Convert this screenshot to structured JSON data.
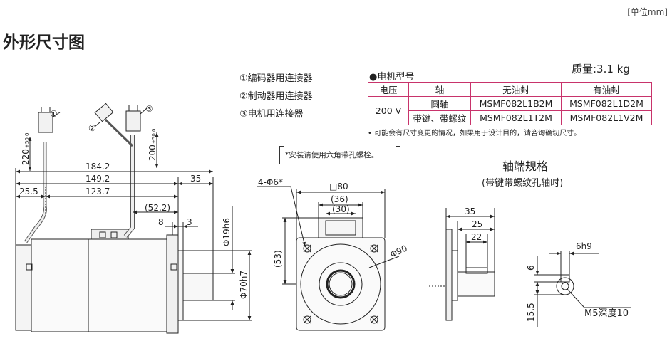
{
  "page": {
    "unit": "[单位mm]",
    "heading": "外形尺寸图"
  },
  "legend": [
    "①编码器用连接器",
    "②制动器用连接器",
    "③电机用连接器"
  ],
  "model_table": {
    "title": "●电机型号",
    "mass": "质量:3.1 kg",
    "headers": [
      "电压",
      "轴",
      "无油封",
      "有油封"
    ],
    "voltage": "200 V",
    "rows": [
      {
        "shaft": "圆轴",
        "no_seal": "MSMF082L1B2M",
        "with_seal": "MSMF082L1D2M"
      },
      {
        "shaft": "带键、带螺纹",
        "no_seal": "MSMF082L1T2M",
        "with_seal": "MSMF082L1V2M"
      }
    ],
    "note": "• 可能会有尺寸变更的情况，如果用于设计目的，请咨询确切尺寸。"
  },
  "bracket_note": "*安装请使用六角带孔螺栓。",
  "shaft_end": {
    "title": "轴端规格",
    "subtitle": "(带键带螺纹孔轴时)"
  },
  "side_view": {
    "dim_total": "184.2",
    "dim_body": "149.2",
    "dim_shaft": "35",
    "dim_left": "25.5",
    "dim_mid": "123.7",
    "dim_52": "(52.2)",
    "dim_8": "8",
    "dim_3": "3",
    "dim_cable1": "220",
    "dim_cable1_tol": "+50 0",
    "dim_cable2": "200",
    "dim_cable2_tol": "+50 0",
    "dim_shaft_dia": "Φ19h6",
    "dim_spigot": "Φ70h7",
    "conn1": "①",
    "conn2": "②",
    "conn3": "③"
  },
  "front_view": {
    "holes": "4-Φ6*",
    "square": "□80",
    "d36": "(36)",
    "d30": "(30)",
    "d53": "(53)",
    "pcd": "Φ90"
  },
  "shaft_view": {
    "d35": "35",
    "d25": "25",
    "d22": "22",
    "key": "6h9",
    "d6": "6",
    "d155": "15.5",
    "thread": "M5深度10"
  }
}
